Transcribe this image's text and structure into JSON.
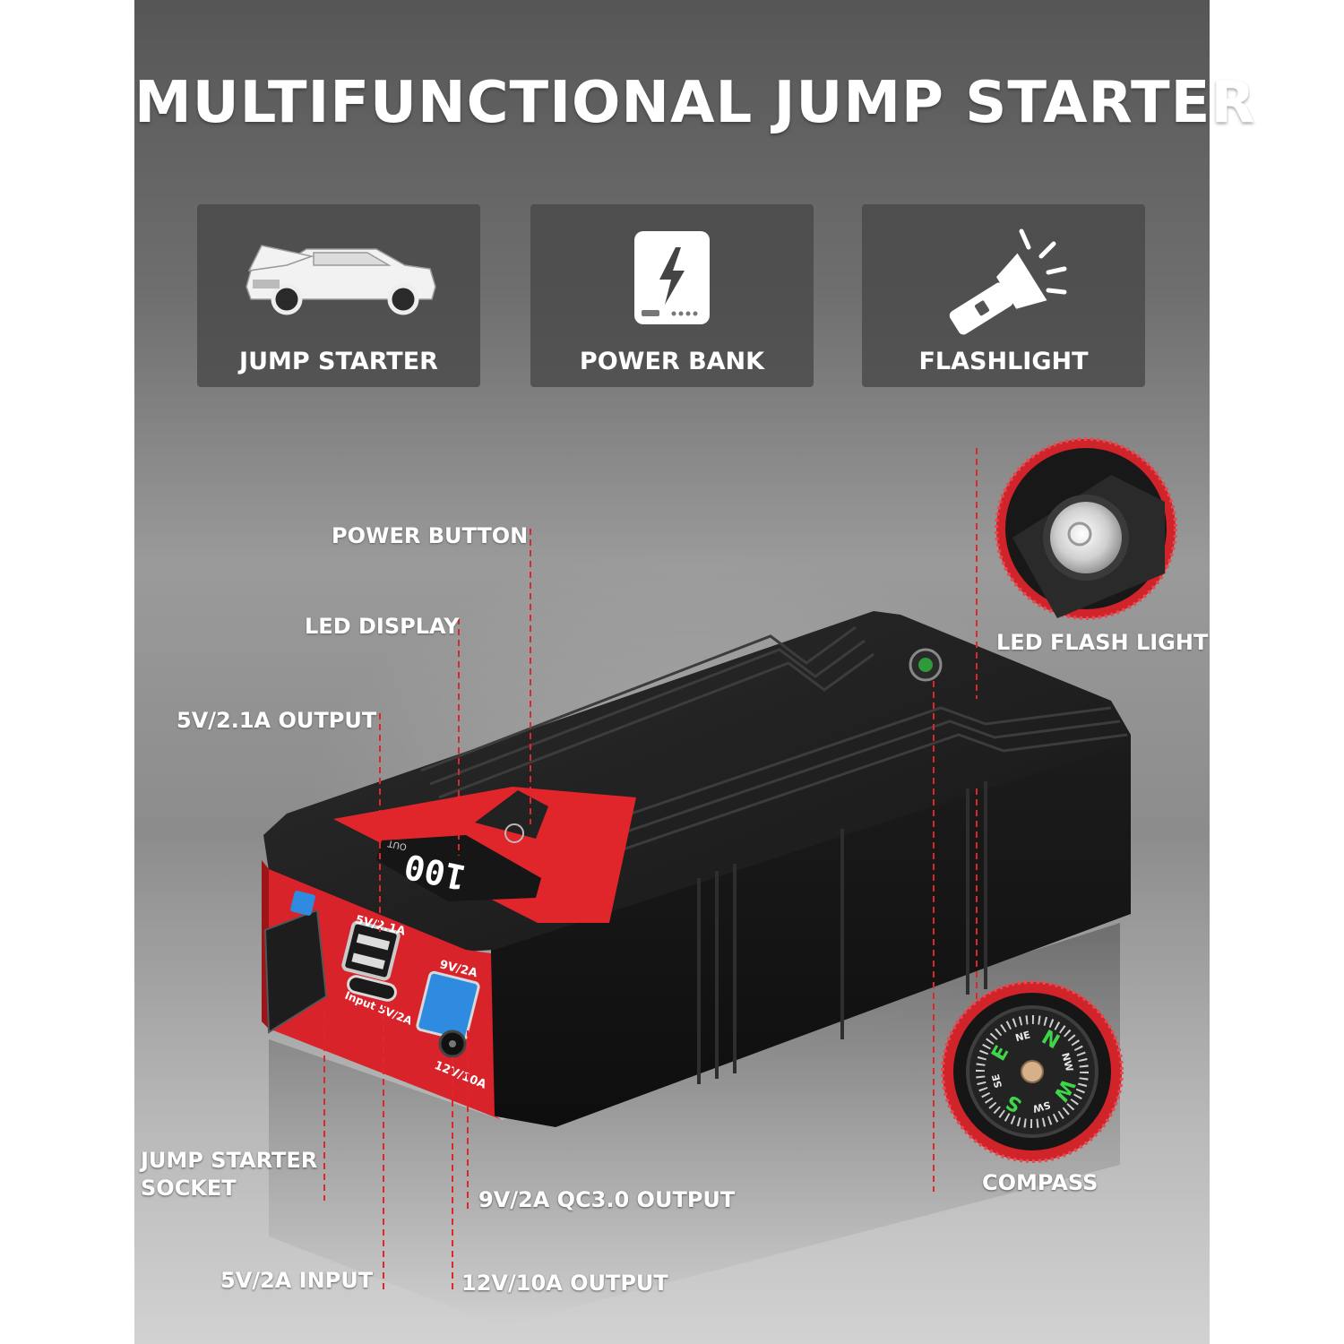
{
  "title": "MULTIFUNCTIONAL JUMP STARTER",
  "features": [
    {
      "label": "JUMP STARTER",
      "icon": "car-hood-open-icon"
    },
    {
      "label": "POWER BANK",
      "icon": "power-bank-icon"
    },
    {
      "label": "FLASHLIGHT",
      "icon": "flashlight-icon"
    }
  ],
  "callouts": {
    "power_button": "POWER BUTTON",
    "led_display": "LED DISPLAY",
    "usb_out": "5V/2.1A OUTPUT",
    "led_flash_light": "LED FLASH LIGHT",
    "jump_socket_line1": "JUMP STARTER",
    "jump_socket_line2": "SOCKET",
    "qc_output": "9V/2A QC3.0 OUTPUT",
    "input": "5V/2A INPUT",
    "dc_output": "12V/10A OUTPUT",
    "compass": "COMPASS"
  },
  "device": {
    "display_value": "100",
    "display_tag": "OUT",
    "port_usb_label": "5V/2.1A",
    "port_input_label": "Input 5V/2A",
    "port_qc_label": "9V/2A",
    "port_dc_label": "12V/10A"
  },
  "compass_dial": [
    "N",
    "NW",
    "W",
    "SW",
    "S",
    "SE",
    "E",
    "NE"
  ],
  "colors": {
    "accent_red": "#e0262b",
    "device_body": "#1f1f1f",
    "leader_line": "#e0262b",
    "port_blue": "#2f8be0"
  }
}
